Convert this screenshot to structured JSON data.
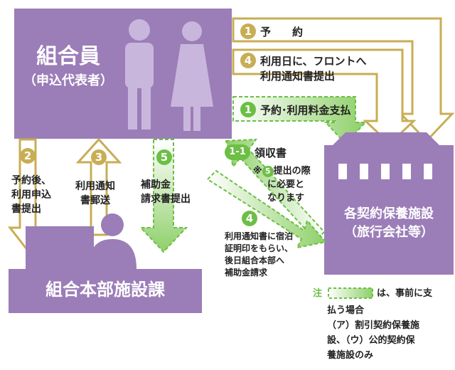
{
  "member": {
    "title": "組合員",
    "subtitle": "（申込代表者）"
  },
  "headquarters": {
    "title": "組合本部施設課"
  },
  "facility": {
    "line1": "各契約保養施設",
    "line2": "（旅行会社等）"
  },
  "steps": {
    "s1_reserve": {
      "num": "1",
      "label": "予　　約"
    },
    "s4_notify": {
      "num": "4",
      "line1": "利用日に、フロントへ",
      "line2": "利用通知書提出"
    },
    "s1_pay": {
      "num": "1",
      "label": "予約･利用料金支払"
    },
    "s1_1_receipt": {
      "num": "1-1",
      "label": "領収書",
      "note_prefix": "※",
      "note_num": "5",
      "note1": "提出の際",
      "note2": "に必要と",
      "note3": "なります"
    },
    "s4_lodging": {
      "num": "4",
      "line1": "利用通知書に宿泊",
      "line2": "証明印をもらい、",
      "line3": "後日組合本部へ",
      "line4": "補助金請求"
    },
    "s2": {
      "num": "2",
      "line1": "予約後、",
      "line2": "利用申込",
      "line3": "書提出"
    },
    "s3": {
      "num": "3",
      "line1": "利用通知",
      "line2": "書郵送"
    },
    "s5": {
      "num": "5",
      "line1": "補助金",
      "line2": "請求書提出"
    }
  },
  "note": {
    "head": "注",
    "line1": "は、事前に支",
    "line2": "払う場合",
    "line3": "（ア）割引契約保養施",
    "line4": "設、（ウ）公的契約保",
    "line5": "養施設のみ"
  },
  "colors": {
    "purple": "#9b7db8",
    "light_purple": "#c9b6dc",
    "olive": "#c8ad54",
    "green": "#6cbf45",
    "light_green": "#c9e7b3"
  }
}
